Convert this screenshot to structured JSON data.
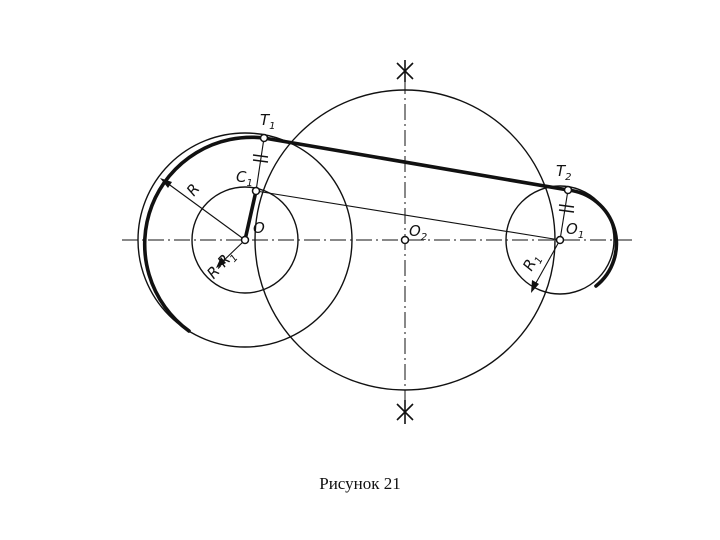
{
  "labels": {
    "t1": "T",
    "t1_sub": "1",
    "t2": "T",
    "t2_sub": "2",
    "c1": "C",
    "c1_sub": "1",
    "o": "O",
    "o1": "O",
    "o1_sub": "1",
    "o2": "O",
    "o2_sub": "2",
    "r": "R",
    "r_minus_r1": "R-R",
    "r_minus_r1_sub": "1",
    "r1": "R",
    "r1_sub": "1"
  },
  "caption": "Рисунок 21"
}
